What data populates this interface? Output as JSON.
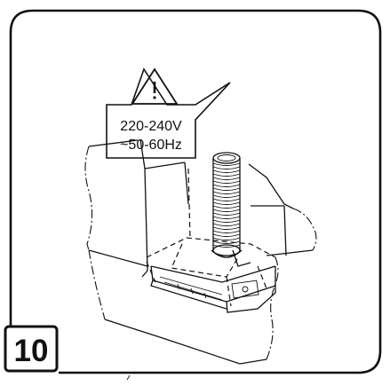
{
  "step": {
    "number": "10"
  },
  "warning": {
    "icon": "warning-triangle-icon",
    "voltage": "220-240V",
    "frequency": "~50-60Hz"
  },
  "colors": {
    "ink": "#111111",
    "paper": "#ffffff"
  }
}
